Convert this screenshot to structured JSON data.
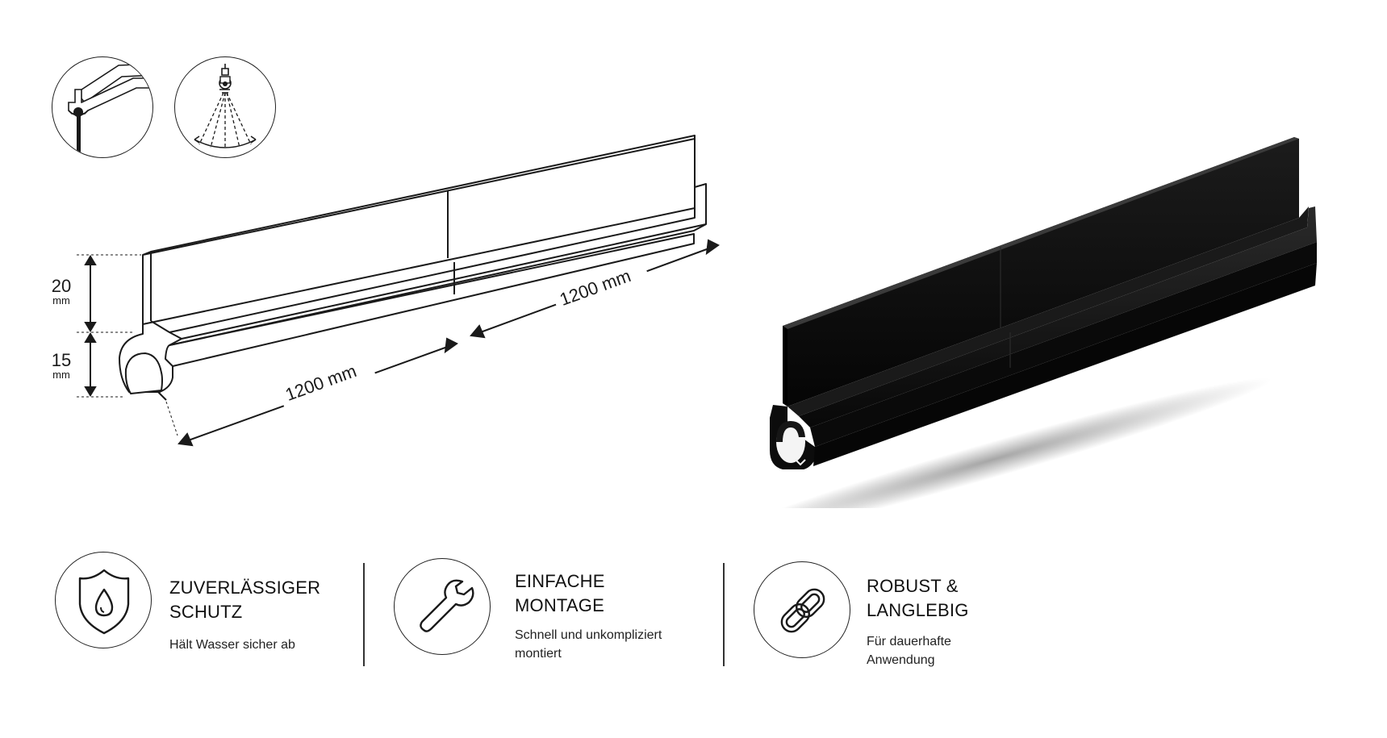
{
  "dimensions": {
    "height_top": {
      "value": "20",
      "unit": "mm"
    },
    "height_bottom": {
      "value": "15",
      "unit": "mm"
    },
    "length_front": "1200 mm",
    "length_back": "1200 mm"
  },
  "icons": {
    "profile_detail": "profile-cross-section-icon",
    "spray": "water-spray-icon"
  },
  "features": [
    {
      "icon": "shield-water-drop-icon",
      "title_line1": "ZUVERLÄSSIGER",
      "title_line2": "SCHUTZ",
      "desc_line1": "Hält Wasser sicher ab",
      "desc_line2": ""
    },
    {
      "icon": "wrench-icon",
      "title_line1": "EINFACHE",
      "title_line2": "MONTAGE",
      "desc_line1": "Schnell und unkompliziert",
      "desc_line2": "montiert"
    },
    {
      "icon": "chain-link-icon",
      "title_line1": "ROBUST &",
      "title_line2": "LANGLEBIG",
      "desc_line1": "Für dauerhafte",
      "desc_line2": "Anwendung"
    }
  ],
  "colors": {
    "line": "#1a1a1a",
    "product": "#0d0d0d"
  }
}
